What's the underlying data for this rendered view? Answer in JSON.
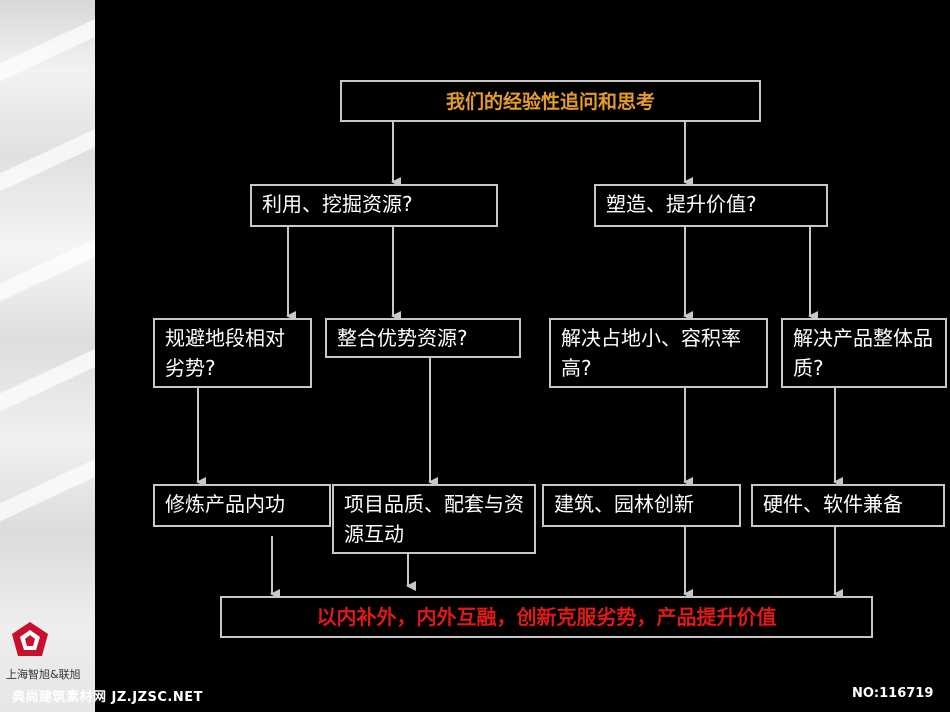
{
  "title": "我们的经验性追问和思考",
  "level1": {
    "left": "利用、挖掘资源?",
    "right": "塑造、提升价值?"
  },
  "level2": {
    "a": "规避地段相对劣势?",
    "b": "整合优势资源?",
    "c": "解决占地小、容积率高?",
    "d": "解决产品整体品质?"
  },
  "level3": {
    "a": "修炼产品内功",
    "b": "项目品质、配套与资源互动",
    "c": "建筑、园林创新",
    "d": "硬件、软件兼备"
  },
  "conclusion": "以内补外，内外互融，创新克服劣势，产品提升价值",
  "colors": {
    "title": "#e39c2a",
    "conclusion": "#e01818",
    "border": "#c8c8c8"
  },
  "sidebar": {
    "logo_text": "上海智旭&联旭"
  },
  "footer": {
    "left": "典尚建筑素材网 JZ.JZSC.NET",
    "right": "NO:116719"
  }
}
